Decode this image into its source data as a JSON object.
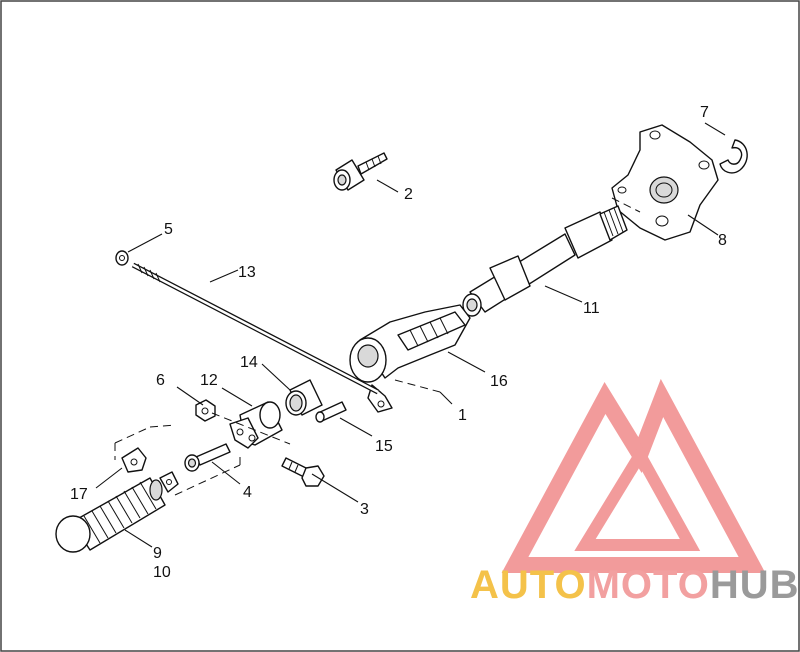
{
  "callouts": [
    {
      "id": "1",
      "text": "1"
    },
    {
      "id": "2",
      "text": "2"
    },
    {
      "id": "3",
      "text": "3"
    },
    {
      "id": "4",
      "text": "4"
    },
    {
      "id": "5",
      "text": "5"
    },
    {
      "id": "6",
      "text": "6"
    },
    {
      "id": "7",
      "text": "7"
    },
    {
      "id": "8",
      "text": "8"
    },
    {
      "id": "9",
      "text": "9"
    },
    {
      "id": "10",
      "text": "10"
    },
    {
      "id": "11",
      "text": "11"
    },
    {
      "id": "12",
      "text": "12"
    },
    {
      "id": "13",
      "text": "13"
    },
    {
      "id": "14",
      "text": "14"
    },
    {
      "id": "15",
      "text": "15"
    },
    {
      "id": "16",
      "text": "16"
    },
    {
      "id": "17",
      "text": "17"
    }
  ],
  "watermark": {
    "part1": "AUTO",
    "part2": "MOTO",
    "part3": "HUB",
    "colors": {
      "auto": "#f4c24a",
      "moto": "#f2a0a0",
      "hub": "#9a9a9a",
      "logo": "#f08a8a"
    }
  }
}
